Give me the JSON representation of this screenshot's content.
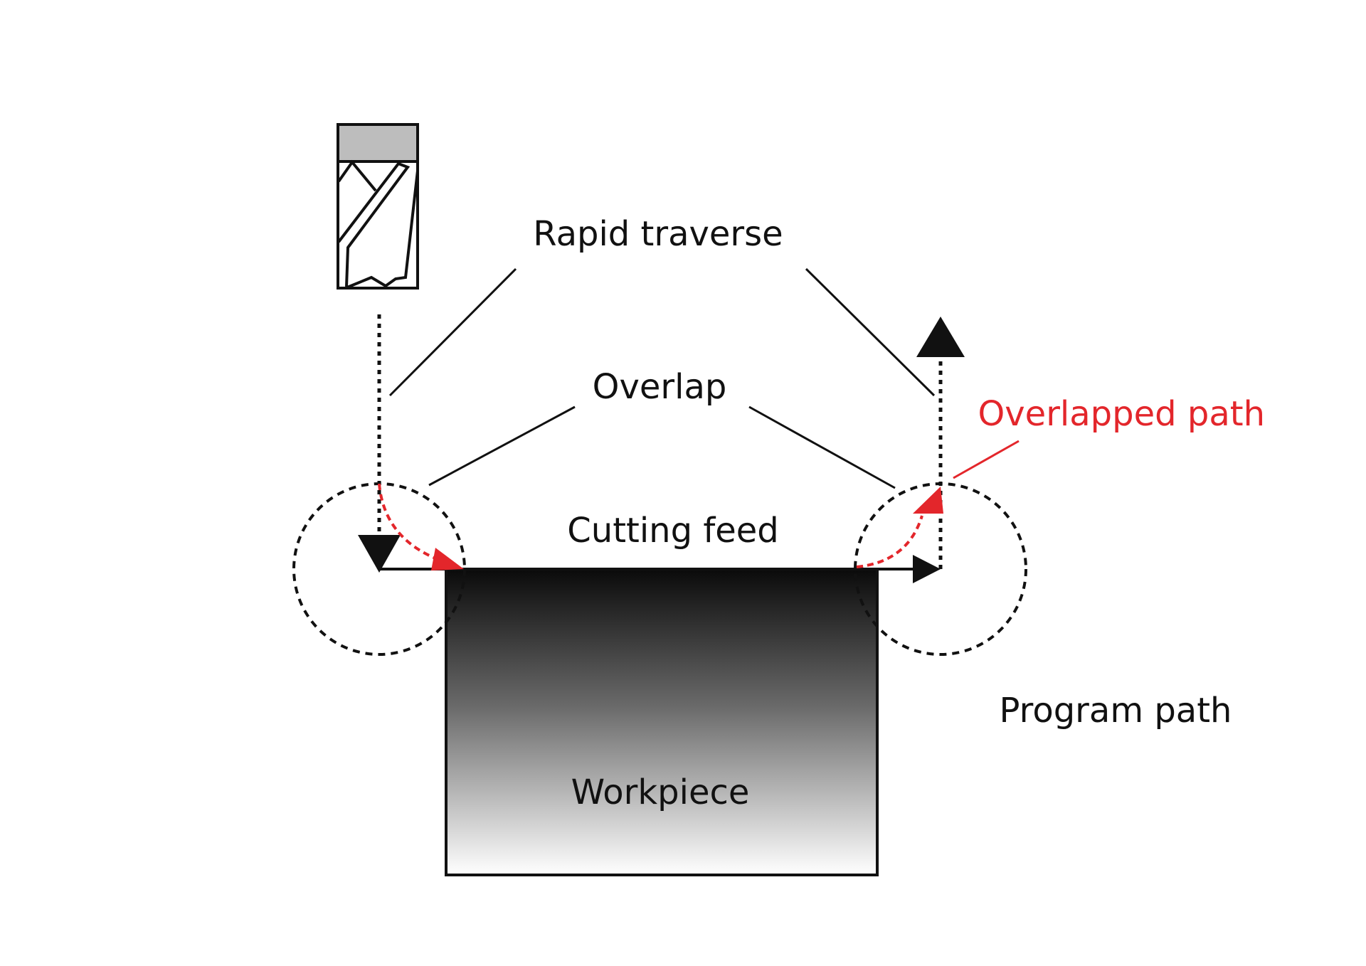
{
  "labels": {
    "rapid_traverse": "Rapid traverse",
    "overlap": "Overlap",
    "overlapped_path": "Overlapped path",
    "cutting_feed": "Cutting feed",
    "program_path": "Program path",
    "workpiece": "Workpiece"
  },
  "colors": {
    "line": "#111111",
    "overlap_path": "#e3262b",
    "tool_shank": "#bdbdbd",
    "workpiece_top": "#0a0a0a",
    "workpiece_bottom": "#ffffff"
  }
}
